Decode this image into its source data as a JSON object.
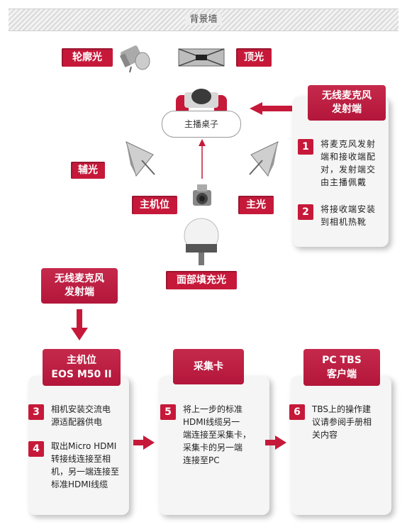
{
  "wall": {
    "label": "背景墙"
  },
  "lights": {
    "rim": "轮廓光",
    "top": "顶光",
    "fill": "辅光",
    "key": "主光",
    "face_fill": "面部填充光",
    "camera": "主机位"
  },
  "desk": {
    "label": "主播桌子"
  },
  "mic_top": {
    "title_line1": "无线麦克风",
    "title_line2": "发射端"
  },
  "steps_top": [
    {
      "num": "1",
      "lines": [
        "将麦克风发射",
        "端和接收端配",
        "对，发射端交",
        "由主播佩戴"
      ]
    },
    {
      "num": "2",
      "lines": [
        "将接收端安装",
        "到相机热靴"
      ]
    }
  ],
  "mic_bottom": {
    "title_line1": "无线麦克风",
    "title_line2": "发射端"
  },
  "camera_box": {
    "title_line1": "主机位",
    "title_line2": "EOS M50 II"
  },
  "steps_camera": [
    {
      "num": "3",
      "lines": [
        "相机安装交流电",
        "源适配器供电"
      ]
    },
    {
      "num": "4",
      "lines": [
        "取出Micro HDMI",
        "转接线连接至相",
        "机，另一端连接至",
        "标准HDMI线缆"
      ]
    }
  ],
  "capture_box": {
    "title": "采集卡"
  },
  "steps_capture": [
    {
      "num": "5",
      "lines": [
        "将上一步的标准",
        "HDMI线缆另一",
        "端连接至采集卡，",
        "采集卡的另一端",
        "连接至PC"
      ]
    }
  ],
  "pc_box": {
    "title_line1": "PC TBS",
    "title_line2": "客户端"
  },
  "steps_pc": [
    {
      "num": "6",
      "lines": [
        "TBS上的操作建",
        "议请参阅手册相",
        "关内容"
      ]
    }
  ],
  "colors": {
    "accent": "#c6193a",
    "card": "#f5f5f5"
  }
}
